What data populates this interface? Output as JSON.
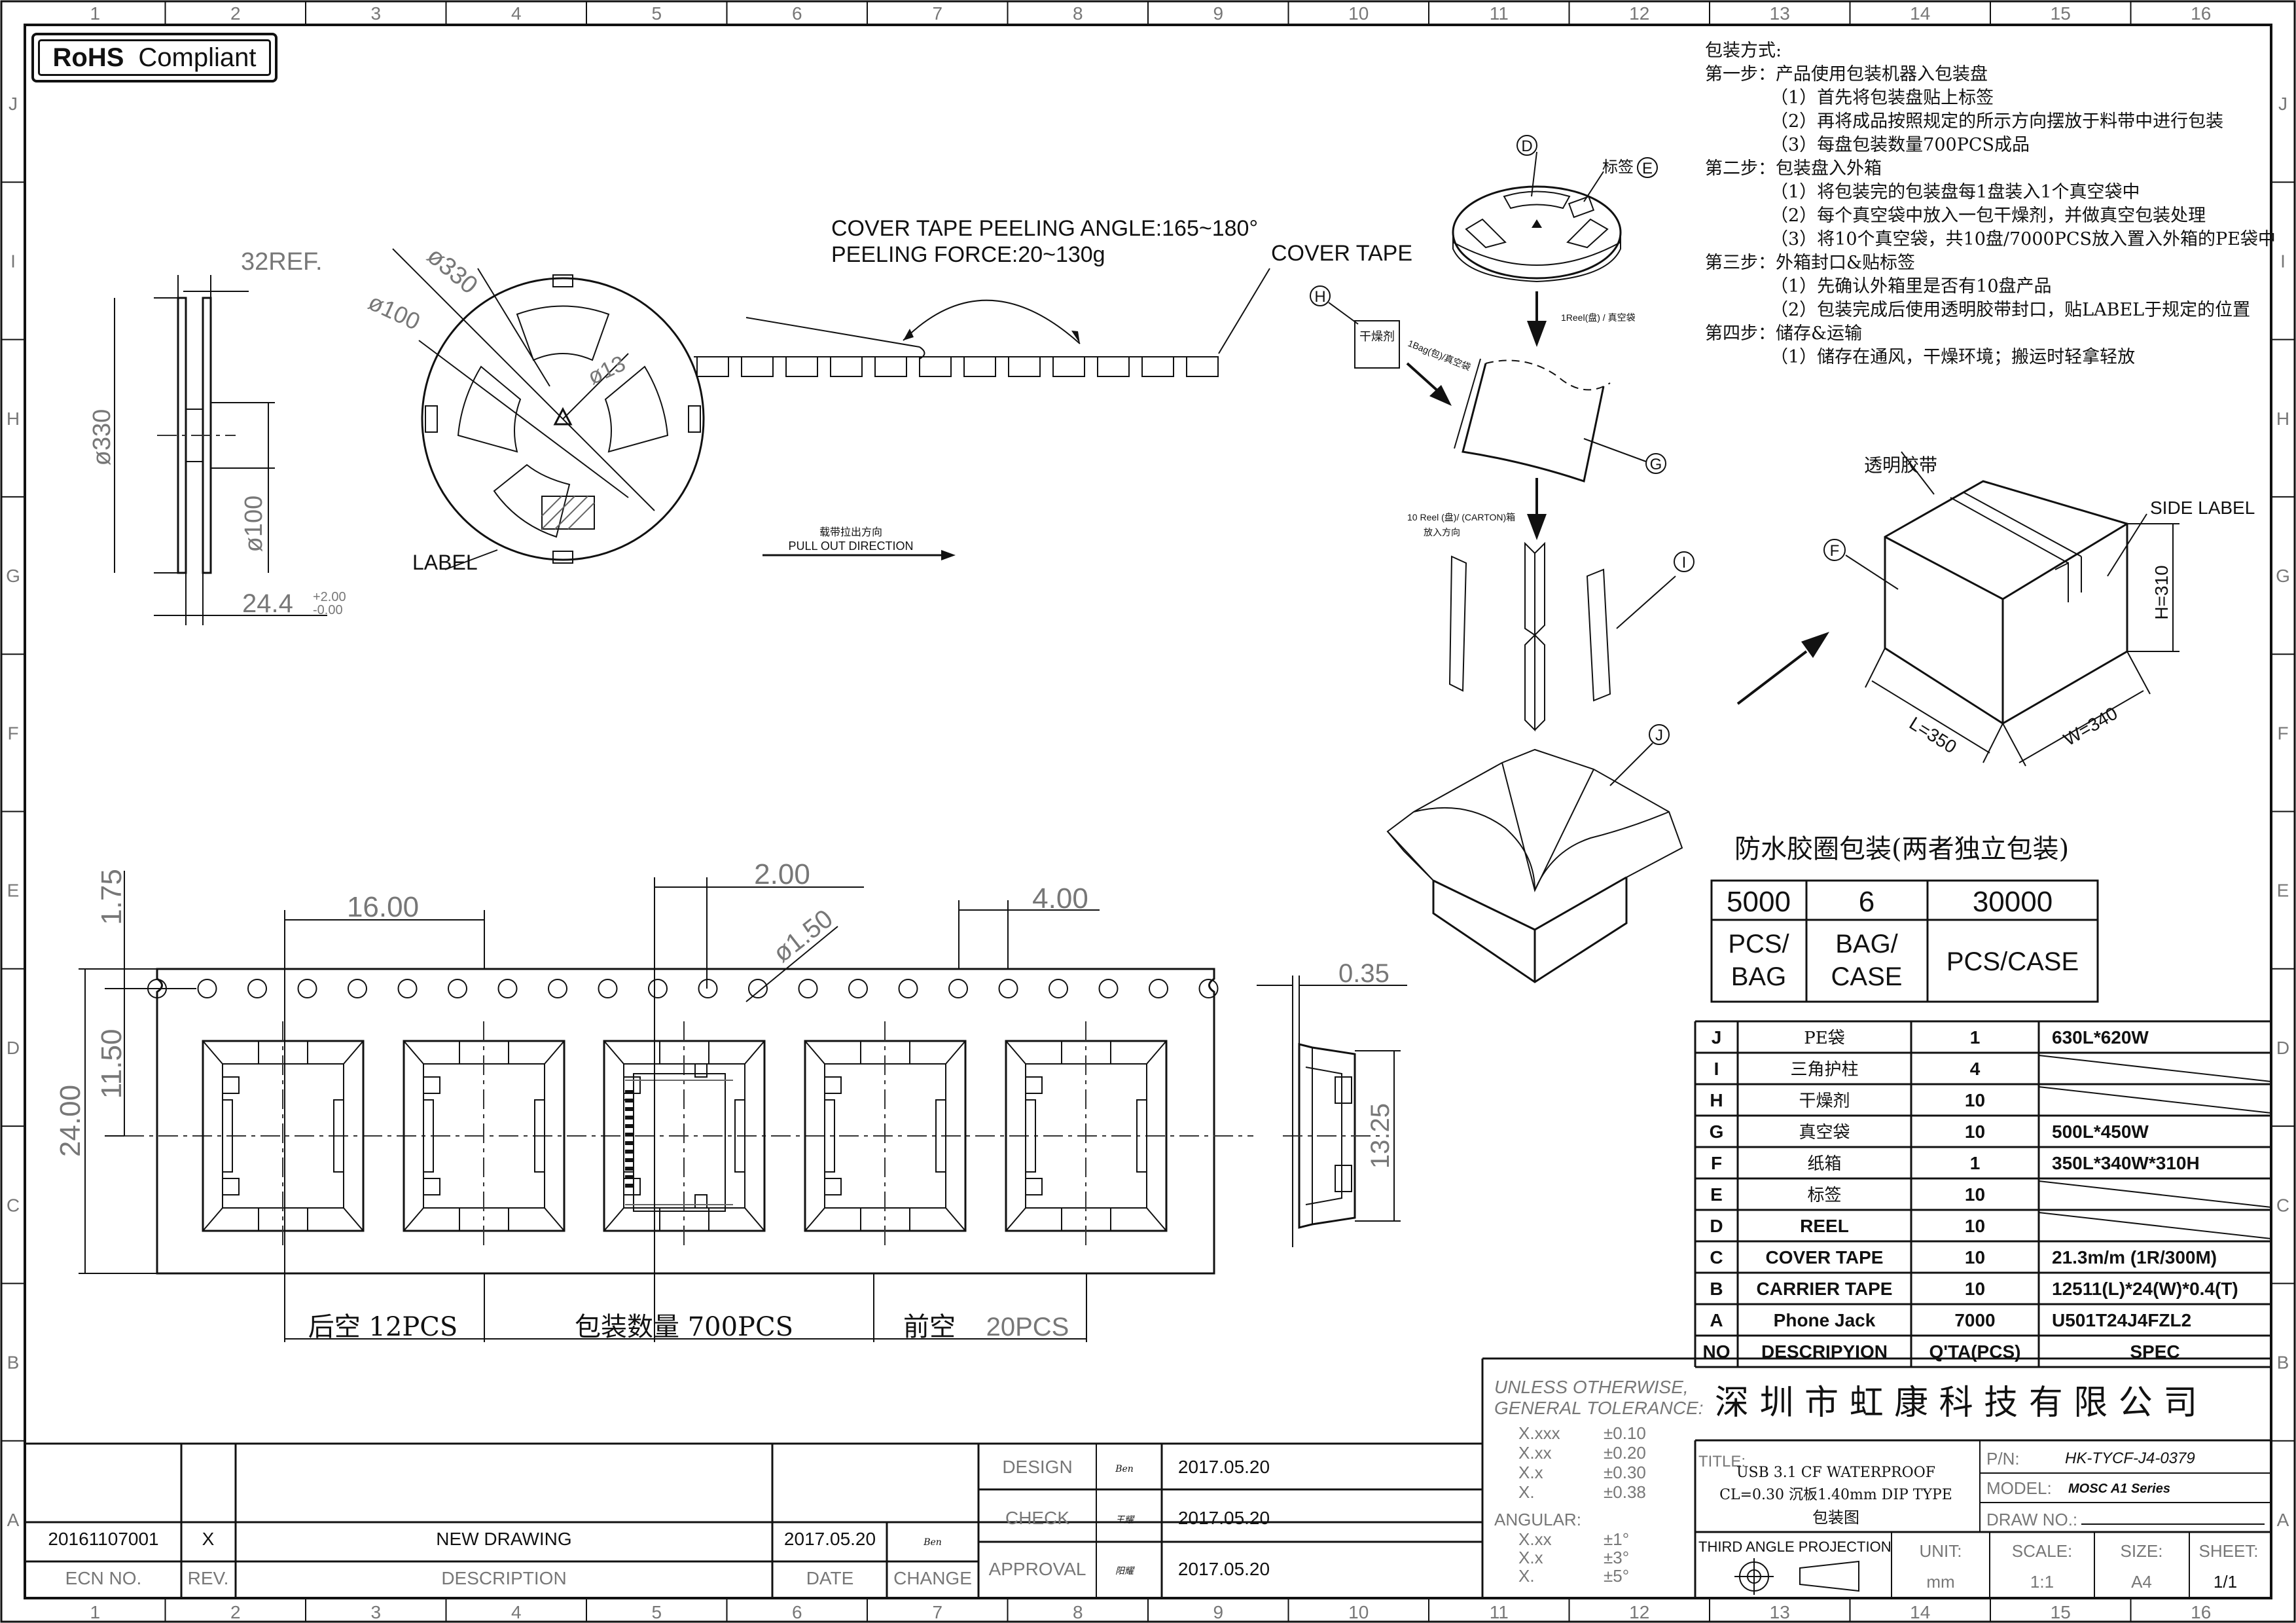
{
  "border": {
    "col_numbers": [
      "1",
      "2",
      "3",
      "4",
      "5",
      "6",
      "7",
      "8",
      "9",
      "10",
      "11",
      "12",
      "13",
      "14",
      "15",
      "16"
    ],
    "row_letters": [
      "J",
      "I",
      "H",
      "G",
      "F",
      "E",
      "D",
      "C",
      "B",
      "A"
    ]
  },
  "badge": {
    "bold": "RoHS",
    "text": "Compliant"
  },
  "side_view": {
    "ref": "32REF.",
    "dia_outer": "ø330",
    "dia_hub": "ø100",
    "width": "24.4",
    "tol_up": "+2.00",
    "tol_down": "-0.00"
  },
  "reel_view": {
    "d330": "ø330",
    "d100": "ø100",
    "d13": "ø13",
    "label": "LABEL"
  },
  "tape_peel": {
    "line1": "COVER TAPE PEELING ANGLE:165~180°",
    "line2": "PEELING FORCE:20~130g",
    "cover_tape": "COVER TAPE",
    "dir_cn": "载带拉出方向",
    "dir_en": "PULL OUT DIRECTION"
  },
  "instructions": [
    "包装方式:",
    "第一步：产品使用包装机器入包装盘",
    "（1）首先将包装盘贴上标签",
    "（2）再将成品按照规定的所示方向摆放于料带中进行包装",
    "（3）每盘包装数量700PCS成品",
    "第二步：包装盘入外箱",
    "（1）将包装完的包装盘每1盘装入1个真空袋中",
    "（2）每个真空袋中放入一包干燥剂，并做真空包装处理",
    "（3）将10个真空袋，共10盘/7000PCS放入置入外箱的PE袋中",
    "第三步：外箱封口&贴标签",
    "（1）先确认外箱里是否有10盘产品",
    "（2）包装完成后使用透明胶带封口，贴LABEL于规定的位置",
    "第四步：储存&运输",
    "（1）储存在通风，干燥环境；搬运时轻拿轻放"
  ],
  "exploded": {
    "D": "D",
    "E": "E",
    "F": "F",
    "G": "G",
    "H": "H",
    "I": "I",
    "J": "J",
    "label_cn": "标签",
    "desiccant": "干燥剂",
    "reel_bag": "1Reel(盘) / 真空袋",
    "bag_text": "1Bag(包)/真空袋",
    "carton_text_1": "10 Reel (盘)/ (CARTON)箱",
    "carton_text_2": "放入方向",
    "tape_cn": "透明胶带",
    "side_label": "SIDE LABEL",
    "h": "H=310",
    "l": "L=350",
    "w": "W=340"
  },
  "pack_table": {
    "title": "防水胶圈包装(两者独立包装)",
    "values": [
      "5000",
      "6",
      "30000"
    ],
    "units": [
      [
        "PCS/",
        "BAG"
      ],
      [
        "BAG/",
        "CASE"
      ],
      [
        "PCS/CASE"
      ]
    ]
  },
  "carrier": {
    "d175": "1.75",
    "d16": "16.00",
    "d200": "2.00",
    "d150": "ø1.50",
    "d400": "4.00",
    "d035": "0.35",
    "d1150": "11.50",
    "d2400": "24.00",
    "d1325": "13.25",
    "back": "后空  12PCS",
    "qty": "包装数量  700PCS",
    "front_cn": "前空",
    "front_pcs": "20PCS"
  },
  "bom": {
    "rows": [
      [
        "J",
        "PE袋",
        "1",
        "630L*620W"
      ],
      [
        "I",
        "三角护柱",
        "4",
        ""
      ],
      [
        "H",
        "干燥剂",
        "10",
        ""
      ],
      [
        "G",
        "真空袋",
        "10",
        "500L*450W"
      ],
      [
        "F",
        "纸箱",
        "1",
        "350L*340W*310H"
      ],
      [
        "E",
        "标签",
        "10",
        ""
      ],
      [
        "D",
        "REEL",
        "10",
        ""
      ],
      [
        "C",
        "COVER TAPE",
        "10",
        "21.3m/m (1R/300M)"
      ],
      [
        "B",
        "CARRIER TAPE",
        "10",
        "12511(L)*24(W)*0.4(T)"
      ],
      [
        "A",
        "Phone Jack",
        "7000",
        "U501T24J4FZL2"
      ]
    ],
    "header": [
      "NO",
      "DESCRIPYION",
      "Q'TA(PCS)",
      "SPEC"
    ]
  },
  "company": "深 圳 市 虹 康 科 技 有 限 公 司",
  "tolerance": {
    "title_1": "UNLESS OTHERWISE,",
    "title_2": "GENERAL TOLERANCE:",
    "rows": [
      [
        "X.xxx",
        "±0.10"
      ],
      [
        "X.xx",
        "±0.20"
      ],
      [
        "X.x",
        "±0.30"
      ],
      [
        "X.",
        "±0.38"
      ]
    ],
    "angular": "ANGULAR:",
    "arows": [
      [
        "X.xx",
        "±1°"
      ],
      [
        "X.x",
        "±3°"
      ],
      [
        "X.",
        "±5°"
      ]
    ]
  },
  "title_block": {
    "title_label": "TITLE:",
    "title_1": "USB 3.1 CF WATERPROOF",
    "title_2": "CL=0.30 沉板1.40mm DIP TYPE",
    "title_3": "包装图",
    "pn_label": "P/N:",
    "pn": "HK-TYCF-J4-0379",
    "model_label": "MODEL:",
    "model": "MOSC A1 Series",
    "draw_no": "DRAW NO.:",
    "projection": "THIRD ANGLE PROJECTION",
    "unit_label": "UNIT:",
    "unit": "mm",
    "scale_label": "SCALE:",
    "scale": "1:1",
    "size_label": "SIZE:",
    "size": "A4",
    "sheet_label": "SHEET:",
    "sheet": "1/1"
  },
  "approvals": [
    {
      "label": "DESIGN",
      "sig": "Ben",
      "date": "2017.05.20"
    },
    {
      "label": "CHECK",
      "sig": "王耀",
      "date": "2017.05.20"
    },
    {
      "label": "APPROVAL",
      "sig": "阳耀",
      "date": "2017.05.20"
    }
  ],
  "revision": {
    "ecn": "20161107001",
    "rev": "X",
    "desc": "NEW DRAWING",
    "date": "2017.05.20",
    "change": "Ben",
    "h_ecn": "ECN NO.",
    "h_rev": "REV.",
    "h_desc": "DESCRIPTION",
    "h_date": "DATE",
    "h_change": "CHANGE"
  }
}
